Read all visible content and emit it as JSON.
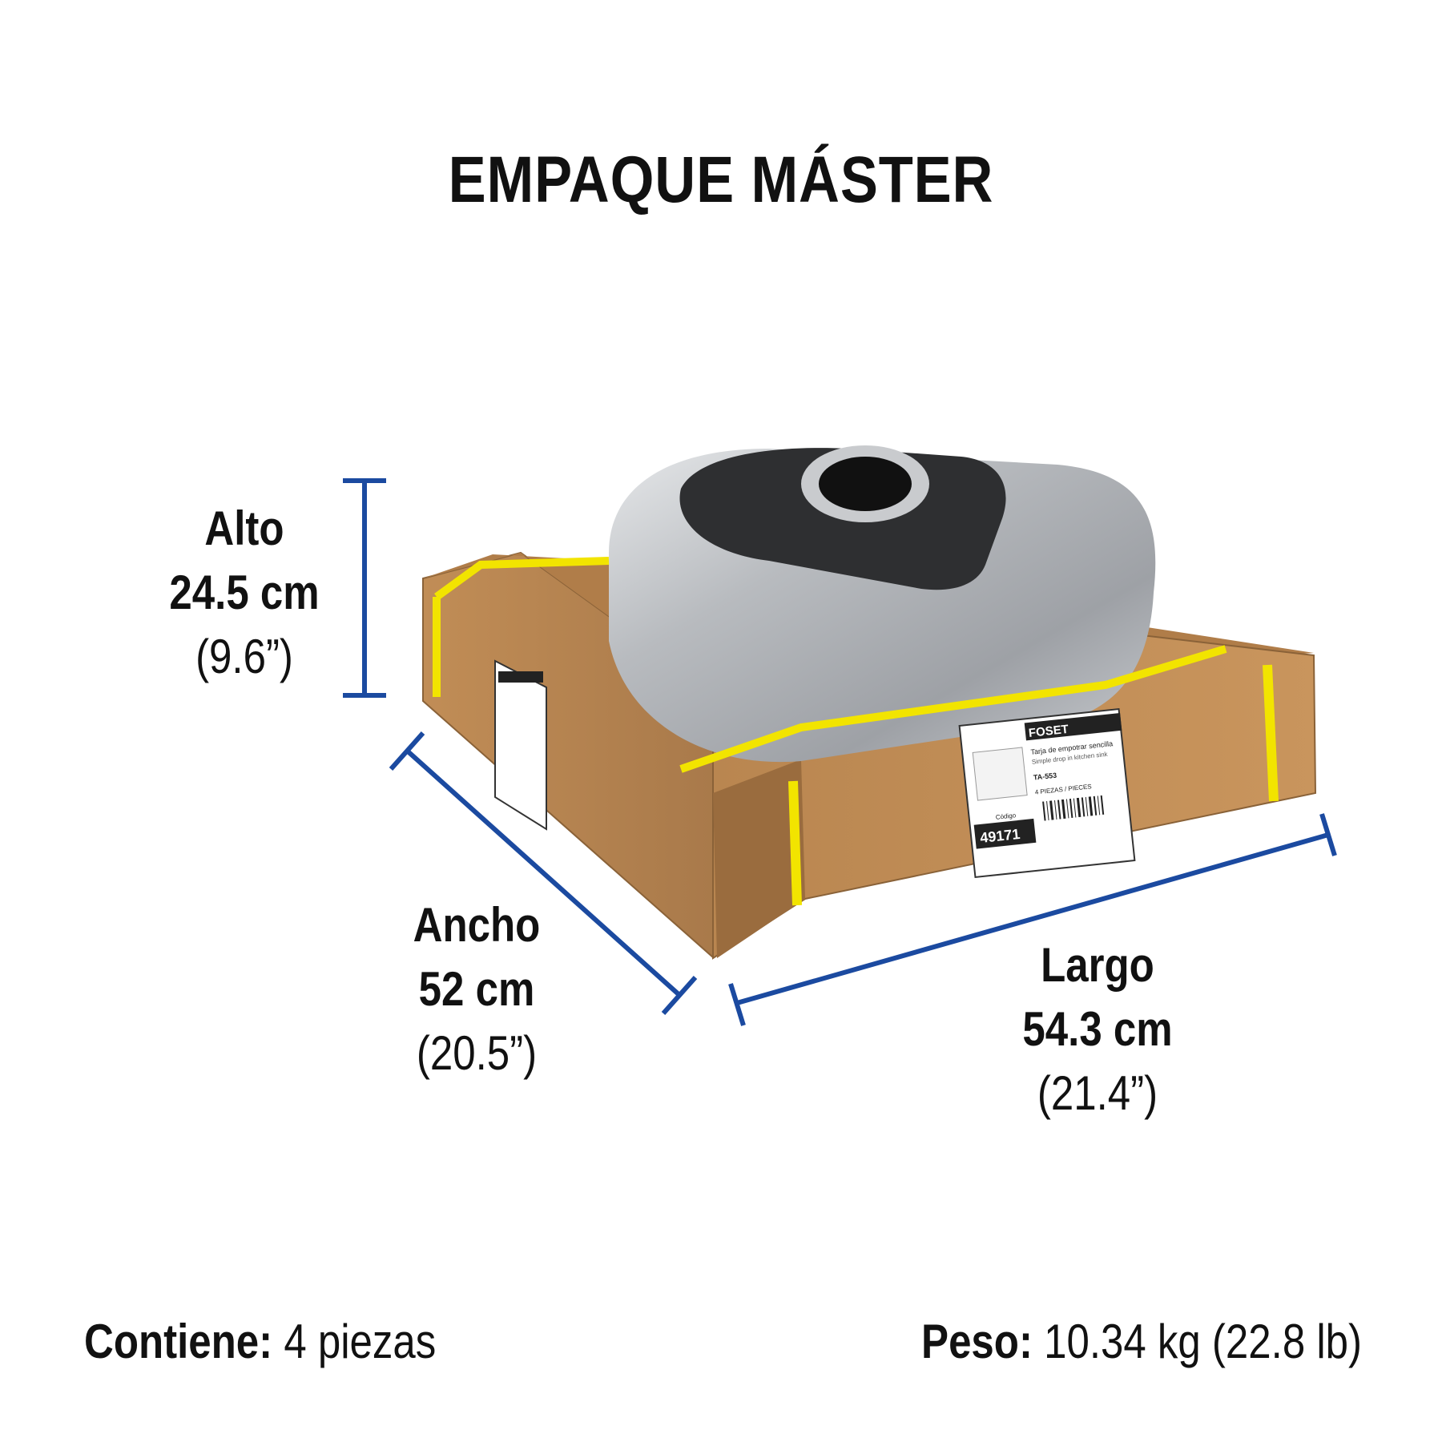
{
  "title": "EMPAQUE MÁSTER",
  "dimensions": {
    "alto": {
      "label": "Alto",
      "metric": "24.5 cm",
      "imperial": "(9.6”)"
    },
    "ancho": {
      "label": "Ancho",
      "metric": "52 cm",
      "imperial": "(20.5”)"
    },
    "largo": {
      "label": "Largo",
      "metric": "54.3 cm",
      "imperial": "(21.4”)"
    }
  },
  "footer": {
    "contiene_label": "Contiene:",
    "contiene_value": "4 piezas",
    "peso_label": "Peso:",
    "peso_value": "10.34 kg (22.8 lb)"
  },
  "box_label": {
    "brand": "FOSET",
    "product_es": "Tarja de empotrar sencilla",
    "product_en": "Simple drop in kitchen sink",
    "clave": "TA-553",
    "contents": "4 PIEZAS / PIECES",
    "codigo_label": "Código",
    "codigo": "49171"
  },
  "colors": {
    "dimension_line": "#1b4aa0",
    "cardboard": "#c8935a",
    "strap": "#f2e400",
    "steel": "#b9bcc0",
    "rubber_pad": "#2e2f31"
  }
}
